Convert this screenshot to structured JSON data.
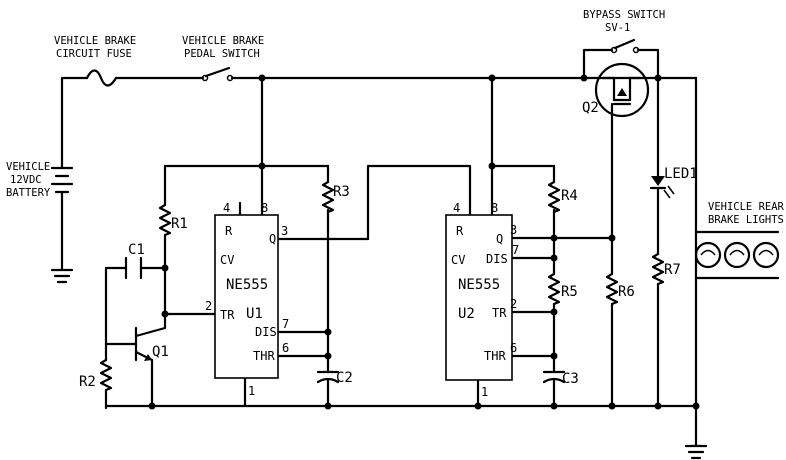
{
  "labels": {
    "fuse_l1": "VEHICLE BRAKE",
    "fuse_l2": "CIRCUIT FUSE",
    "pedal_l1": "VEHICLE BRAKE",
    "pedal_l2": "PEDAL SWITCH",
    "bypass_l1": "BYPASS SWITCH",
    "bypass_l2": "SV-1",
    "battery_l1": "VEHICLE",
    "battery_l2": "12VDC",
    "battery_l3": "BATTERY",
    "lights_l1": "VEHICLE REAR",
    "lights_l2": "BRAKE LIGHTS"
  },
  "components": {
    "r1": "R1",
    "r2": "R2",
    "r3": "R3",
    "r4": "R4",
    "r5": "R5",
    "r6": "R6",
    "r7": "R7",
    "c1": "C1",
    "c2": "C2",
    "c3": "C3",
    "q1": "Q1",
    "q2": "Q2",
    "led1": "LED1"
  },
  "u1": {
    "chip": "NE555",
    "ref": "U1",
    "pin_r": "R",
    "pin_cv": "CV",
    "pin_tr": "TR",
    "pin_q": "Q",
    "pin_dis": "DIS",
    "pin_thr": "THR",
    "n4": "4",
    "n8": "8",
    "n2": "2",
    "n3": "3",
    "n7": "7",
    "n6": "6",
    "n1": "1"
  },
  "u2": {
    "chip": "NE555",
    "ref": "U2",
    "pin_r": "R",
    "pin_cv": "CV",
    "pin_tr": "TR",
    "pin_q": "Q",
    "pin_dis": "DIS",
    "pin_thr": "THR",
    "n4": "4",
    "n8": "8",
    "n2": "2",
    "n3": "3",
    "n7": "7",
    "n6": "6",
    "n1": "1"
  }
}
